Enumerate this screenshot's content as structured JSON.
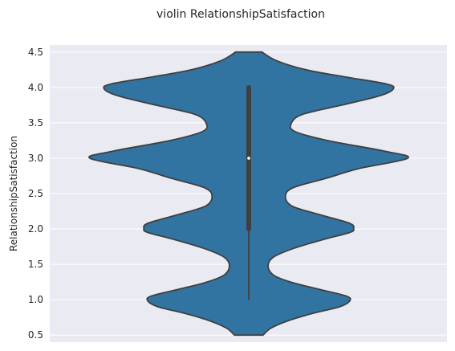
{
  "chart_data": {
    "type": "violin",
    "title": "violin RelationshipSatisfaction",
    "xlabel": "",
    "ylabel": "RelationshipSatisfaction",
    "ylim": [
      0.4,
      4.6
    ],
    "yticks": [
      "0.5",
      "1.0",
      "1.5",
      "2.0",
      "2.5",
      "3.0",
      "3.5",
      "4.0",
      "4.5"
    ],
    "grid": true,
    "background": "#eaeaf2",
    "fill_color": "#3274a1",
    "edge_color": "#3f3f3f",
    "violin": {
      "data_range": [
        0.5,
        4.5
      ],
      "density_profile": [
        [
          0.5,
          0.14
        ],
        [
          0.6,
          0.22
        ],
        [
          0.7,
          0.38
        ],
        [
          0.8,
          0.61
        ],
        [
          0.9,
          0.89
        ],
        [
          0.98,
          0.99
        ],
        [
          1.05,
          0.96
        ],
        [
          1.15,
          0.68
        ],
        [
          1.25,
          0.41
        ],
        [
          1.35,
          0.24
        ],
        [
          1.48,
          0.19
        ],
        [
          1.6,
          0.24
        ],
        [
          1.72,
          0.43
        ],
        [
          1.85,
          0.73
        ],
        [
          1.95,
          0.99
        ],
        [
          2.0,
          1.03
        ],
        [
          2.08,
          0.99
        ],
        [
          2.2,
          0.7
        ],
        [
          2.32,
          0.43
        ],
        [
          2.45,
          0.36
        ],
        [
          2.58,
          0.43
        ],
        [
          2.72,
          0.77
        ],
        [
          2.85,
          1.07
        ],
        [
          3.0,
          1.56
        ],
        [
          3.1,
          1.33
        ],
        [
          3.25,
          0.77
        ],
        [
          3.38,
          0.45
        ],
        [
          3.5,
          0.42
        ],
        [
          3.62,
          0.53
        ],
        [
          3.75,
          0.91
        ],
        [
          3.88,
          1.28
        ],
        [
          3.98,
          1.42
        ],
        [
          4.05,
          1.35
        ],
        [
          4.15,
          0.94
        ],
        [
          4.25,
          0.56
        ],
        [
          4.38,
          0.27
        ],
        [
          4.5,
          0.13
        ]
      ],
      "quartiles": {
        "q1": 2.0,
        "median": 3.0,
        "q3": 4.0
      },
      "whiskers": [
        1.0,
        4.0
      ]
    }
  }
}
